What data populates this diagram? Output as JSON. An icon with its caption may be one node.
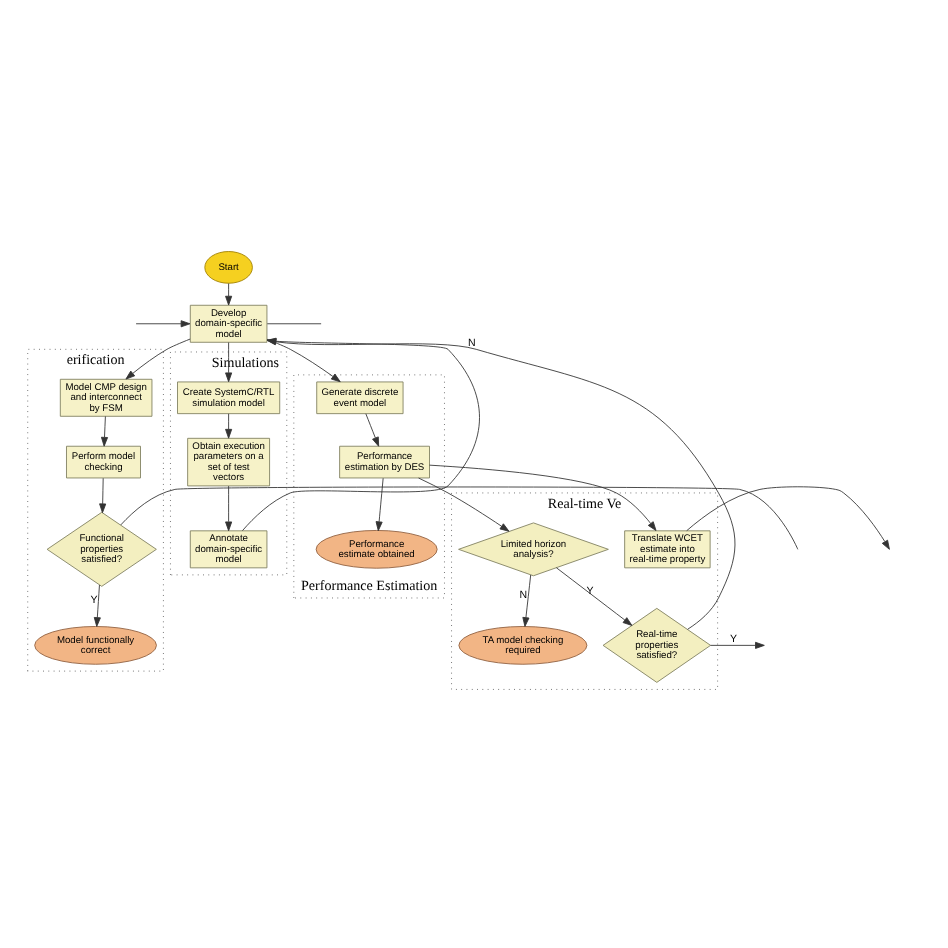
{
  "diagram": {
    "nodes": [
      {
        "text": [
          "Start"
        ]
      },
      {
        "text": [
          "Develop domain-specific model"
        ]
      },
      {
        "text": [
          "erification"
        ]
      },
      {
        "text": [
          "Model CMP design and interconnect by FSM"
        ],
        "in": 2
      },
      {
        "text": [
          "Perform model checking"
        ],
        "in": 2
      },
      {
        "text": [
          "Functional properties satisfied?"
        ],
        "in": 2
      },
      {
        "text": [
          "Model functionally correct"
        ],
        "in": 2
      },
      {
        "text": [
          "Simulations"
        ]
      },
      {
        "text": [
          "Create SystemC/RTL simulation model"
        ],
        "in": 7
      },
      {
        "text": [
          "Obtain execution parameters on a set of test vectors"
        ],
        "in": 7
      },
      {
        "text": [
          "Annotate domain-specific model"
        ],
        "in": 7
      },
      {
        "text": [
          "Performance Estimation"
        ]
      },
      {
        "text": [
          "Generate discrete event model"
        ],
        "in": 11
      },
      {
        "text": [
          "Performance estimation by DES"
        ],
        "in": 11
      },
      {
        "text": [
          "Performance estimate obtained"
        ],
        "in": 11
      },
      {
        "text": [
          "Real-time Ve"
        ]
      },
      {
        "text": [
          "TA model checking required"
        ],
        "in": 15
      },
      {
        "text": [
          "Translate WCET estimate into real-time property"
        ],
        "in": 15
      },
      {
        "text": [
          "Limited horizon analysis?"
        ],
        "in": 15
      },
      {
        "text": [
          "Real-time properties satisfied?"
        ],
        "in": 15
      }
    ],
    "edges": [
      {
        "from": 0,
        "to": 1,
        "arrow": "to"
      },
      {
        "from": 1,
        "to": 3,
        "arrow": "to"
      },
      {
        "from": 1,
        "to": 8,
        "arrow": "to"
      },
      {
        "from": 1,
        "to": 12,
        "arrow": "to"
      },
      {
        "from": 1,
        "to": null,
        "arrow": "none"
      },
      {
        "from": null,
        "to": 1,
        "arrow": "to"
      },
      {
        "from": 3,
        "to": 4,
        "arrow": "to"
      },
      {
        "from": 4,
        "to": 5,
        "arrow": "to"
      },
      {
        "from": 5,
        "to": 6,
        "label": "Y",
        "arrow": "to"
      },
      {
        "from": 5,
        "to": null,
        "arrow": "none"
      },
      {
        "from": 8,
        "to": 9,
        "arrow": "to"
      },
      {
        "from": 9,
        "to": 10,
        "arrow": "to"
      },
      {
        "from": 10,
        "to": 1,
        "arrow": "to"
      },
      {
        "from": 12,
        "to": 13,
        "arrow": "to"
      },
      {
        "from": 13,
        "to": 14,
        "arrow": "to"
      },
      {
        "from": 13,
        "to": 17,
        "arrow": "to"
      },
      {
        "from": 13,
        "to": 18,
        "arrow": "to"
      },
      {
        "from": 17,
        "to": null,
        "arrow": "to"
      },
      {
        "from": 18,
        "to": 16,
        "label": "N",
        "arrow": "to"
      },
      {
        "from": 18,
        "to": 19,
        "label": "Y",
        "arrow": "to"
      },
      {
        "from": 19,
        "to": 1,
        "label": "N",
        "arrow": "to"
      },
      {
        "from": 19,
        "to": null,
        "label": "Y",
        "arrow": "to"
      }
    ]
  }
}
